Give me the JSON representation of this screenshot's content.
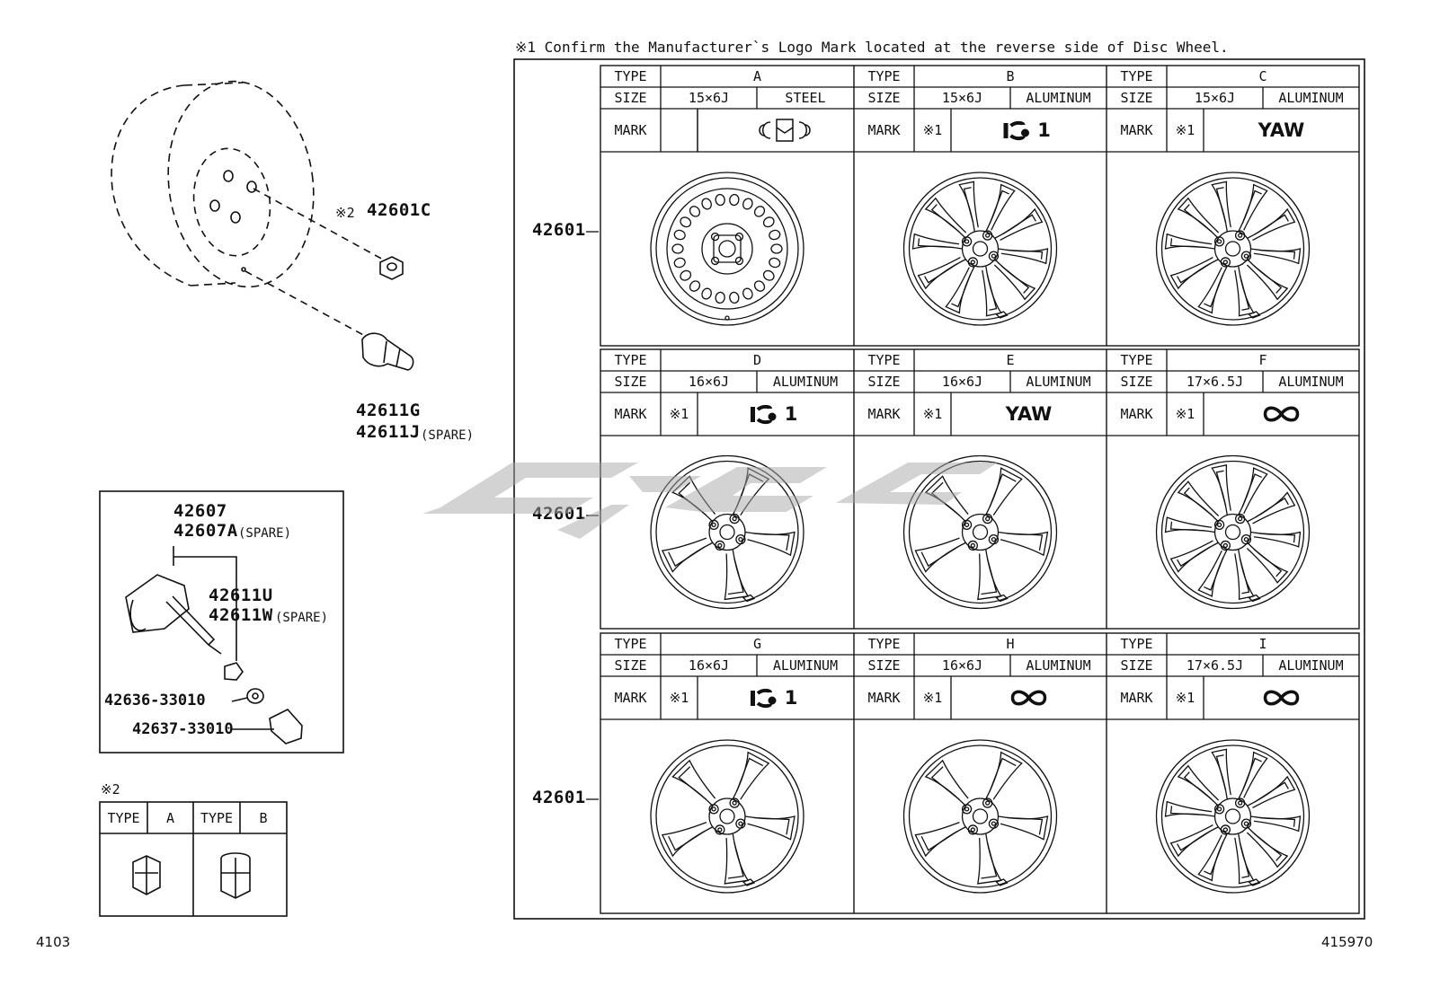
{
  "note1": "※1  Confirm the Manufacturer`s Logo Mark located at the reverse side of Disc Wheel.",
  "left": {
    "nut_note": "※2",
    "nut_part": "42601C",
    "valve_part1": "42611G",
    "valve_part2": "42611J",
    "spare": "(SPARE)",
    "sensor_part1": "42607",
    "sensor_part2": "42607A",
    "sensor_valve1": "42611U",
    "sensor_valve2": "42611W",
    "washer_part": "42636-33010",
    "cap_part": "42637-33010",
    "nut_table_note": "※2",
    "nut_table": [
      {
        "type_label": "TYPE",
        "type": "A"
      },
      {
        "type_label": "TYPE",
        "type": "B"
      }
    ]
  },
  "labels": {
    "type": "TYPE",
    "size": "SIZE",
    "mark": "MARK",
    "note_ref": "※1",
    "wheel_part": "42601"
  },
  "wheels": [
    {
      "type": "A",
      "size": "15×6J",
      "material": "STEEL",
      "mark": "",
      "logo": "steel-logo",
      "style": "steel"
    },
    {
      "type": "B",
      "size": "15×6J",
      "material": "ALUMINUM",
      "mark": "1",
      "logo": "ko-logo",
      "style": "split"
    },
    {
      "type": "C",
      "size": "15×6J",
      "material": "ALUMINUM",
      "mark": "YAW",
      "logo": "text",
      "style": "split"
    },
    {
      "type": "D",
      "size": "16×6J",
      "material": "ALUMINUM",
      "mark": "1",
      "logo": "ko-logo",
      "style": "five"
    },
    {
      "type": "E",
      "size": "16×6J",
      "material": "ALUMINUM",
      "mark": "YAW",
      "logo": "text",
      "style": "five"
    },
    {
      "type": "F",
      "size": "17×6.5J",
      "material": "ALUMINUM",
      "mark": "",
      "logo": "infinity-logo",
      "style": "ten"
    },
    {
      "type": "G",
      "size": "16×6J",
      "material": "ALUMINUM",
      "mark": "1",
      "logo": "ko-logo",
      "style": "five"
    },
    {
      "type": "H",
      "size": "16×6J",
      "material": "ALUMINUM",
      "mark": "",
      "logo": "infinity-logo",
      "style": "five"
    },
    {
      "type": "I",
      "size": "17×6.5J",
      "material": "ALUMINUM",
      "mark": "",
      "logo": "infinity-logo",
      "style": "ten"
    }
  ],
  "footer_left": "4103",
  "footer_right": "415970"
}
